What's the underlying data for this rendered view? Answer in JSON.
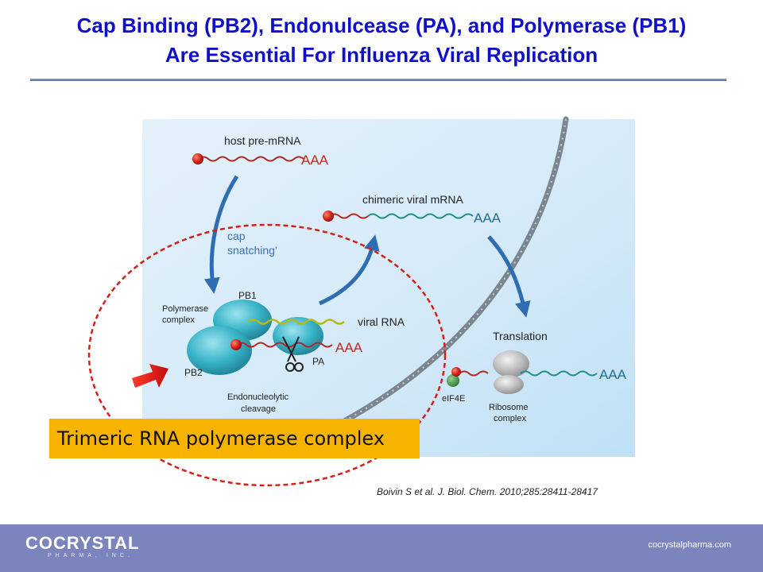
{
  "title": {
    "line1": "Cap Binding (PB2), Endonulcease (PA), and Polymerase (PB1)",
    "line2": "Are Essential For Influenza Viral Replication"
  },
  "diagram": {
    "host_premrna": "host pre-mRNA",
    "aaa": "AAA",
    "chimeric": "chimeric viral mRNA",
    "cap_line1": "cap",
    "cap_line2": "snatching’",
    "pb1": "PB1",
    "pb2": "PB2",
    "pa": "PA",
    "polymerase_line1": "Polymerase",
    "polymerase_line2": "complex",
    "viral_rna": "viral RNA",
    "endo_line1": "Endonucleolytic",
    "endo_line2": "cleavage",
    "translation": "Translation",
    "eif4e": "eIF4E",
    "ribosome_line1": "Ribosome",
    "ribosome_line2": "complex"
  },
  "callout": "Trimeric RNA polymerase complex",
  "citation": "Boivin S et al. J. Biol. Chem. 2010;285:28411-28417",
  "footer": {
    "logo": "COCRYSTAL",
    "logo_sub": "PHARMA, INC.",
    "website": "cocrystalpharma.com"
  }
}
